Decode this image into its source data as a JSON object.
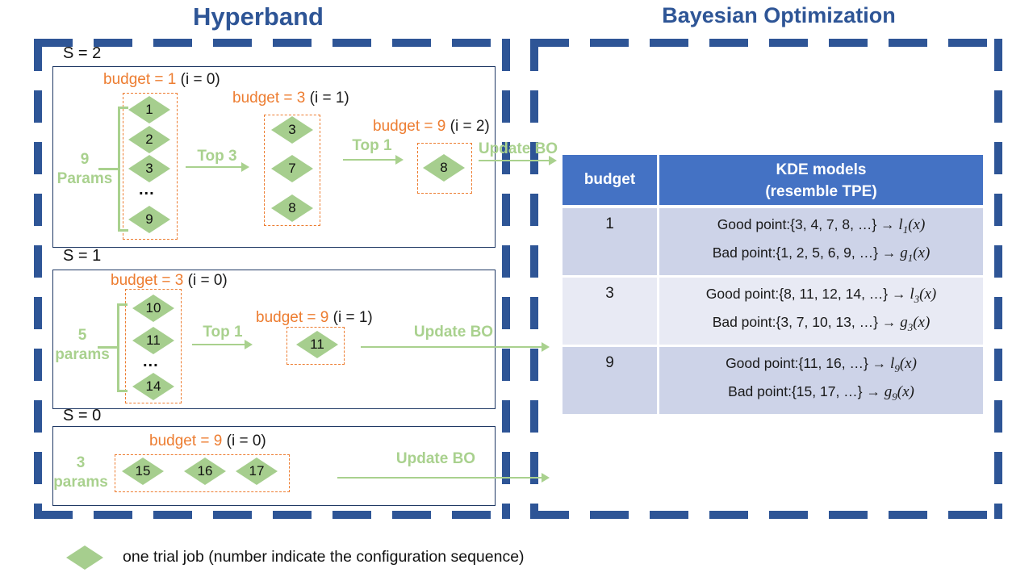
{
  "titles": {
    "left": "Hyperband",
    "right": "Bayesian Optimization"
  },
  "colors": {
    "title_navy": "#2E5596",
    "dashed_border_navy": "#2E5596",
    "section_border_navy": "#1F3864",
    "accent_orange": "#ED7D31",
    "trial_diamond_green": "#A6CE8E",
    "label_green": "#A9D18E",
    "table_header_blue": "#4472C4",
    "row_lavender_dark": "#CDD3E8",
    "row_lavender_light": "#E8EAF4"
  },
  "hb": {
    "s2": {
      "label": "S = 2",
      "params_num": "9",
      "params_word": "Params",
      "b0": "budget = 1 ",
      "b0i": "(i = 0)",
      "b1": "budget = 3 ",
      "b1i": "(i = 1)",
      "b2": "budget = 9 ",
      "b2i": "(i = 2)",
      "t1": "1",
      "t2": "2",
      "t3": "3",
      "dots": "...",
      "t4": "9",
      "m1": "3",
      "m2": "7",
      "m3": "8",
      "f1": "8",
      "a1": "Top 3",
      "a2": "Top 1",
      "a3": "Update BO"
    },
    "s1": {
      "label": "S = 1",
      "params_num": "5",
      "params_word": "params",
      "b0": "budget = 3 ",
      "b0i": "(i = 0)",
      "b1": "budget = 9 ",
      "b1i": "(i = 1)",
      "t1": "10",
      "t2": "11",
      "dots": "...",
      "t3": "14",
      "f1": "11",
      "a1": "Top 1",
      "a2": "Update BO"
    },
    "s0": {
      "label": "S = 0",
      "params_num": "3",
      "params_word": "params",
      "b0": "budget = 9 ",
      "b0i": "(i = 0)",
      "t1": "15",
      "t2": "16",
      "t3": "17",
      "a1": "Update BO"
    }
  },
  "bo_table": {
    "header": {
      "budget": "budget",
      "kde1": "KDE models",
      "kde2": "(resemble TPE)"
    },
    "rows": [
      {
        "budget": "1",
        "good_text": "Good point:{3, 4, 7, 8, …} → ",
        "good_fn": "l",
        "good_sub": "1",
        "bad_text": "Bad point:{1, 2, 5, 6, 9, …} → ",
        "bad_fn": "g",
        "bad_sub": "1",
        "arg": "(x)"
      },
      {
        "budget": "3",
        "good_text": "Good point:{8, 11, 12, 14, …} → ",
        "good_fn": "l",
        "good_sub": "3",
        "bad_text": "Bad point:{3, 7, 10, 13, …} → ",
        "bad_fn": "g",
        "bad_sub": "3",
        "arg": "(x)"
      },
      {
        "budget": "9",
        "good_text": "Good point:{11, 16, …} → ",
        "good_fn": "l",
        "good_sub": "9",
        "bad_text": "Bad point:{15, 17, …} → ",
        "bad_fn": "g",
        "bad_sub": "9",
        "arg": "(x)"
      }
    ]
  },
  "legend": {
    "text": "one trial job (number indicate the configuration sequence)"
  }
}
